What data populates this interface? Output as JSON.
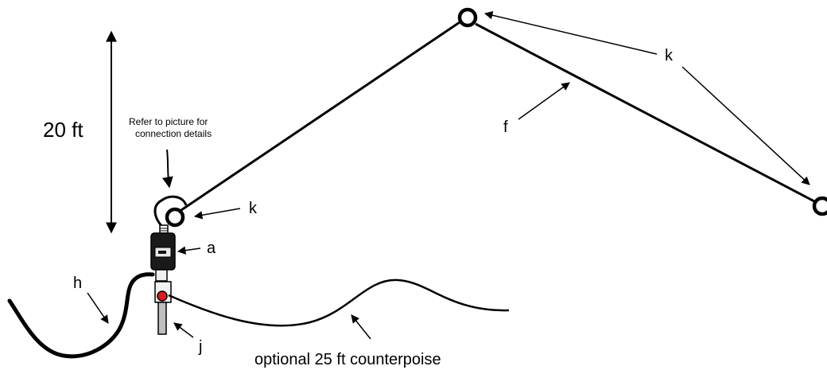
{
  "labels": {
    "height": "20 ft",
    "note_line1": "Refer to picture for",
    "note_line2": "connection details",
    "k_top": "k",
    "k_insulator": "k",
    "f": "f",
    "a": "a",
    "h": "h",
    "j": "j",
    "counterpoise": "optional 25 ft counterpoise"
  },
  "colors": {
    "wire": "#000000",
    "indicator": "#e01b1b",
    "ground_rod": "#bfbfbf"
  }
}
